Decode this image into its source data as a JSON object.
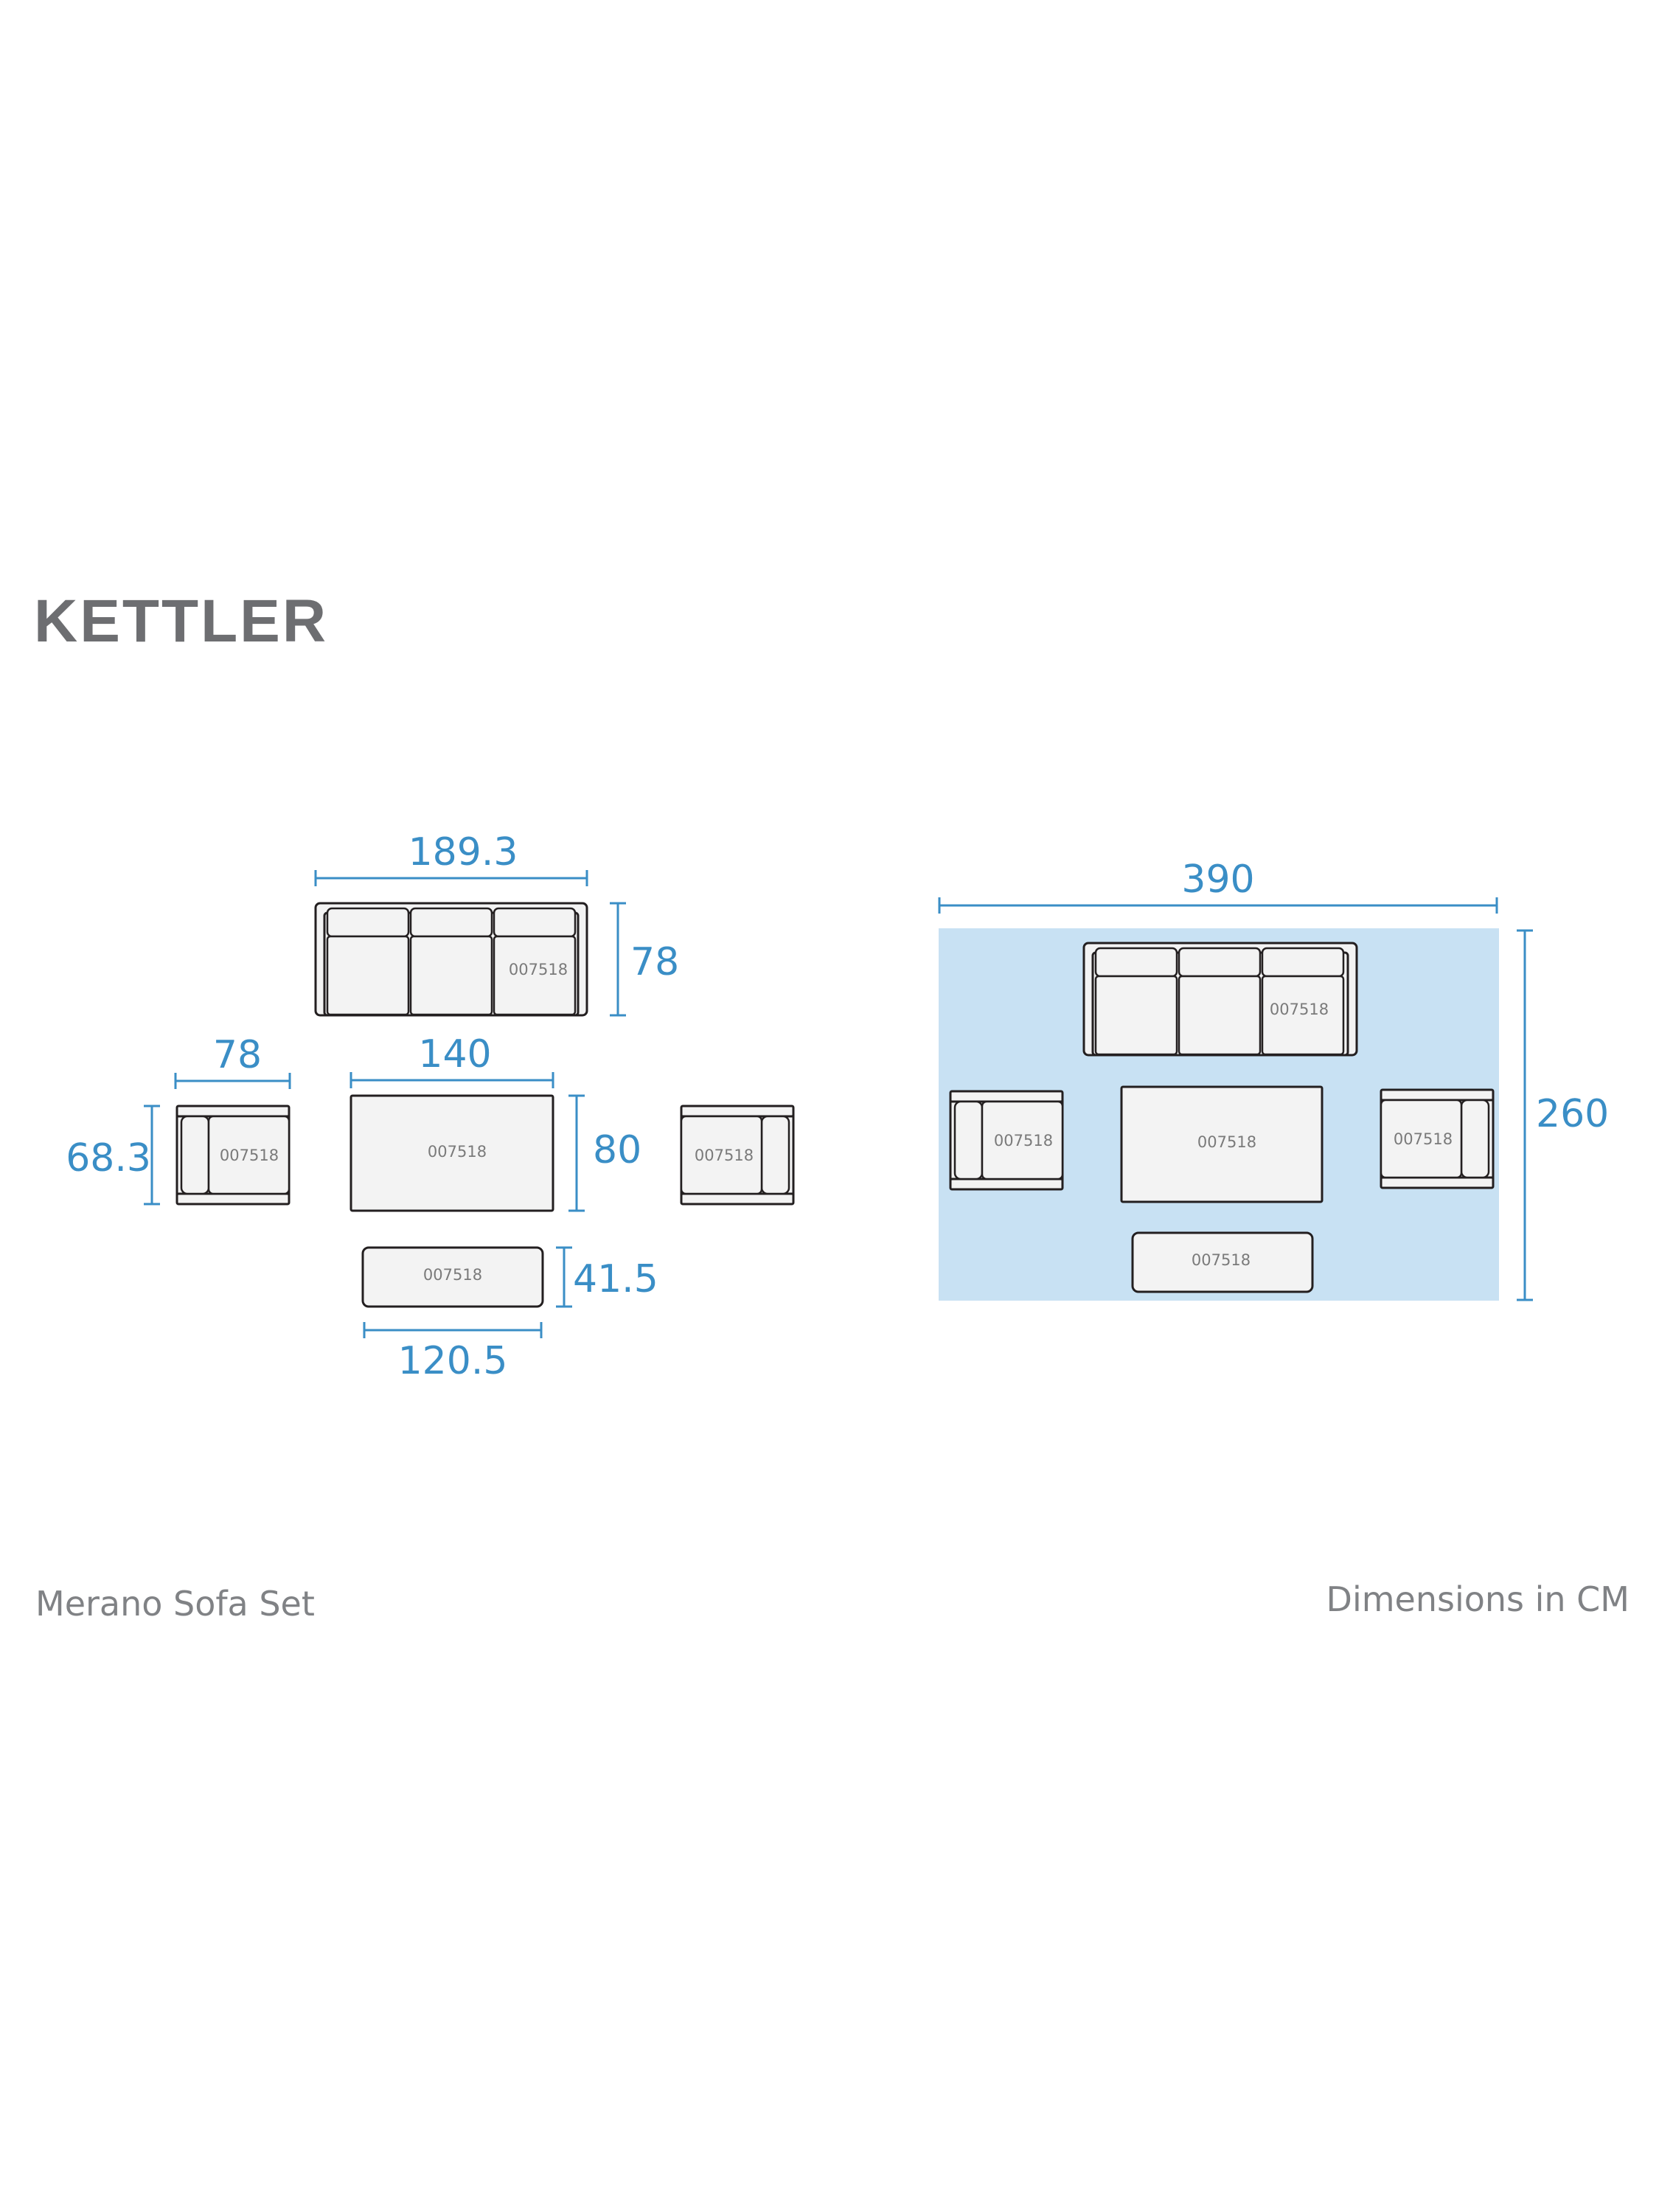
{
  "brand": {
    "name": "KETTLER"
  },
  "product_name": "Merano Sofa Set",
  "units_note": "Dimensions in CM",
  "product_code": "007518",
  "colors": {
    "accent": "#3a8ec6",
    "layout_area": "#c8e1f3",
    "outline": "#231f20",
    "text_gray": "#808285"
  },
  "dimensions": {
    "sofa_width": "189.3",
    "sofa_depth": "78",
    "armchair_width": "78",
    "armchair_depth": "68.3",
    "table_width": "140",
    "table_depth": "80",
    "footstool_width": "120.5",
    "footstool_depth": "41.5",
    "layout_width": "390",
    "layout_depth": "260"
  }
}
